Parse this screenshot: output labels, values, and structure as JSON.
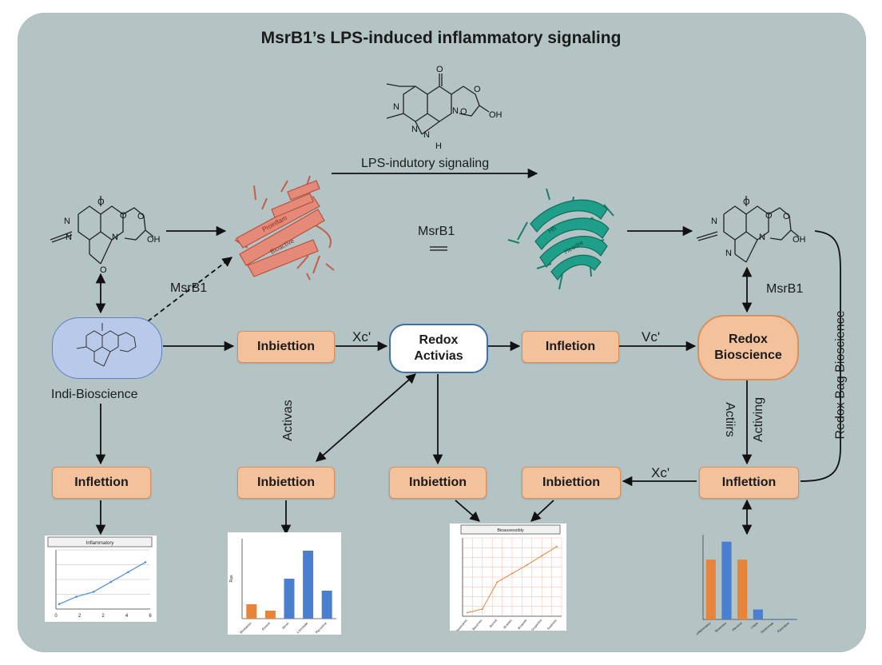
{
  "title": "MsrB1’s LPS-induced inflammatory signaling",
  "labels": {
    "lps_signaling": "LPS-indutory signaling",
    "msrb1_center": "MsrB1",
    "msrb1_left": "MsrB1",
    "msrb1_right": "MsrB1",
    "xc_1": "Xc'",
    "vc_1": "Vc'",
    "xc_2": "Xc'",
    "activas": "Activas",
    "actiirs": "Actiirs",
    "activing": "Activing",
    "redox_side": "Redox Bag Bioscience",
    "indi_bioscience": "Indi-Bioscience"
  },
  "boxes": {
    "inbietion_1": "Inbiettion",
    "redox_activias_1": "Redox",
    "redox_activias_2": "Activias",
    "infletion_1": "Infletion",
    "redox_bio_1": "Redox",
    "redox_bio_2": "Bioscience",
    "inflettion_left": "Inflettion",
    "inbiettion_2": "Inbiettion",
    "inbiettion_3": "Inbiettion",
    "inbiettion_4": "Inbiettion",
    "inflettion_right": "Inflettion"
  },
  "molecules": {
    "top": [
      "O",
      "N",
      "N",
      "O",
      "O",
      "OH",
      "N",
      "N",
      "H"
    ],
    "left": [
      "O",
      "N",
      "N",
      "O",
      "O",
      "OH",
      "N",
      "O"
    ],
    "right": [
      "O",
      "N",
      "N",
      "O",
      "O",
      "OH",
      "N"
    ]
  },
  "colors": {
    "panel": "#b4c3c4",
    "box_fill": "#f3c29c",
    "box_border": "#d98f5c",
    "protein_red": "#e58a78",
    "protein_teal": "#1f9e8a",
    "bar_orange": "#e8843a",
    "bar_blue": "#4a7fd0",
    "line_blue": "#4a90d9",
    "line_orange": "#e8843a"
  },
  "chart_data": [
    {
      "type": "line",
      "title": "Inflammatory",
      "x": [
        0,
        1,
        2,
        3,
        4,
        5
      ],
      "xticks": [
        "0",
        "2",
        "2",
        "4",
        "6"
      ],
      "values": [
        0.1,
        0.25,
        0.35,
        0.55,
        0.75,
        0.95
      ],
      "ylim": [
        0,
        1.2
      ]
    },
    {
      "type": "bar",
      "ylabel": "Ras",
      "categories": [
        "Bioassess",
        "Rerevit",
        "Stroin",
        "Lrenosate",
        "Racomine"
      ],
      "values": [
        18,
        10,
        50,
        85,
        35
      ],
      "colors": [
        "#e8843a",
        "#e8843a",
        "#4a7fd0",
        "#4a7fd0",
        "#4a7fd0"
      ],
      "ylim": [
        0,
        100
      ]
    },
    {
      "type": "line",
      "title": "Bioassessibly",
      "categories": [
        "Bioassanes",
        "Bioserves",
        "Rerovit",
        "Broimes",
        "Broasete",
        "Snopertiva",
        "Stoannes"
      ],
      "values": [
        5,
        10,
        48,
        60,
        72,
        85,
        98
      ],
      "ylim": [
        0,
        110
      ]
    },
    {
      "type": "bar",
      "categories": [
        "Proinflammatory",
        "Bioassess",
        "Steroinm",
        "Loapa",
        "Rerbinmate",
        "Racmatine"
      ],
      "values": [
        60,
        78,
        60,
        10,
        0.5,
        0.5
      ],
      "colors": [
        "#e8843a",
        "#4a7fd0",
        "#e8843a",
        "#4a7fd0",
        "#4a7fd0",
        "#4a7fd0"
      ],
      "ylim": [
        0,
        85
      ]
    }
  ]
}
